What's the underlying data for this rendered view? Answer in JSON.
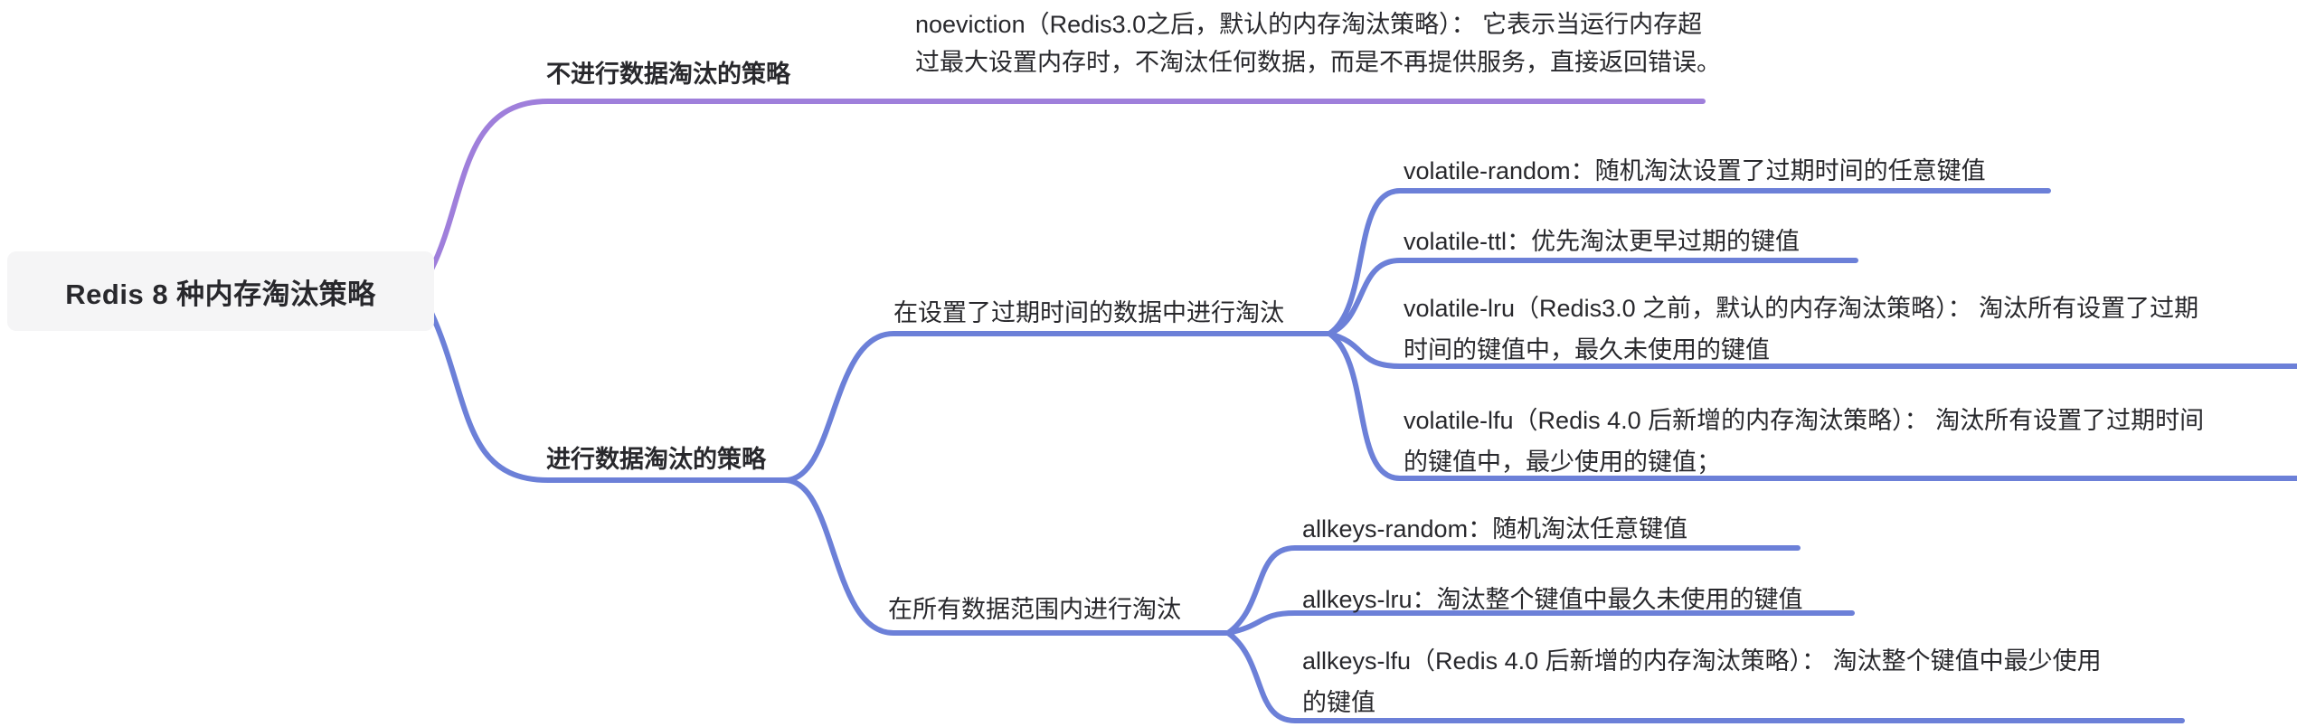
{
  "colors": {
    "branch_no_eviction": "#9F7FDB",
    "branch_eviction": "#6C80D8",
    "root_bg": "#F5F5F6",
    "text": "#28282C"
  },
  "mindmap": {
    "root": "Redis 8 种内存淘汰策略",
    "no_eviction": {
      "label": "不进行数据淘汰的策略",
      "noeviction": {
        "lines": [
          "noeviction（Redis3.0之后，默认的内存淘汰策略）： 它表示当运行内存超",
          "过最大设置内存时，不淘汰任何数据，而是不再提供服务，直接返回错误。"
        ]
      }
    },
    "eviction": {
      "label": "进行数据淘汰的策略",
      "volatile_group": {
        "label": "在设置了过期时间的数据中进行淘汰",
        "leaves": [
          {
            "lines": [
              "volatile-random：随机淘汰设置了过期时间的任意键值"
            ]
          },
          {
            "lines": [
              "volatile-ttl：优先淘汰更早过期的键值"
            ]
          },
          {
            "lines": [
              "volatile-lru（Redis3.0 之前，默认的内存淘汰策略）： 淘汰所有设置了过期",
              "时间的键值中，最久未使用的键值"
            ]
          },
          {
            "lines": [
              "volatile-lfu（Redis 4.0 后新增的内存淘汰策略）： 淘汰所有设置了过期时间",
              "的键值中，最少使用的键值；"
            ]
          }
        ]
      },
      "allkeys_group": {
        "label": "在所有数据范围内进行淘汰",
        "leaves": [
          {
            "lines": [
              "allkeys-random：随机淘汰任意键值"
            ]
          },
          {
            "lines": [
              "allkeys-lru：淘汰整个键值中最久未使用的键值"
            ]
          },
          {
            "lines": [
              "allkeys-lfu（Redis 4.0 后新增的内存淘汰策略）： 淘汰整个键值中最少使用",
              "的键值"
            ]
          }
        ]
      }
    }
  }
}
